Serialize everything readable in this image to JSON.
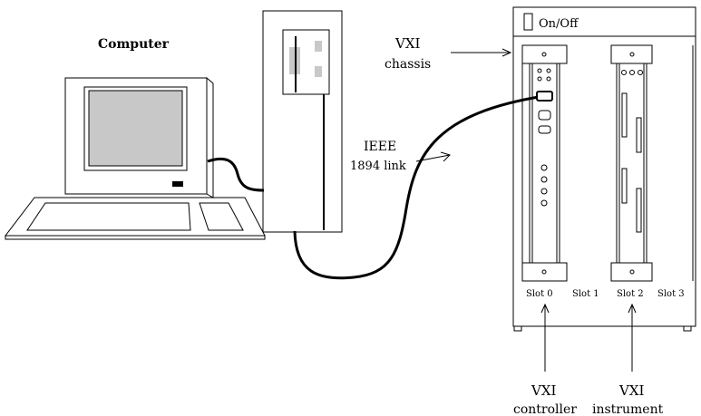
{
  "labels": {
    "computer": "Computer",
    "on_off": "On/Off",
    "vxi_chassis_line1": "VXI",
    "vxi_chassis_line2": "chassis",
    "ieee_line1": "IEEE",
    "ieee_line2": "1894 link",
    "slot0": "Slot 0",
    "slot1": "Slot 1",
    "slot2": "Slot 2",
    "slot3": "Slot 3",
    "vxi_controller_line1": "VXI",
    "vxi_controller_line2": "controller",
    "vxi_instrument_line1": "VXI",
    "vxi_instrument_line2": "instrument"
  },
  "colors": {
    "line": "#000000",
    "screen_fill": "#c8c8c8",
    "drive_fill": "#c8c8c8",
    "background": "#ffffff"
  }
}
